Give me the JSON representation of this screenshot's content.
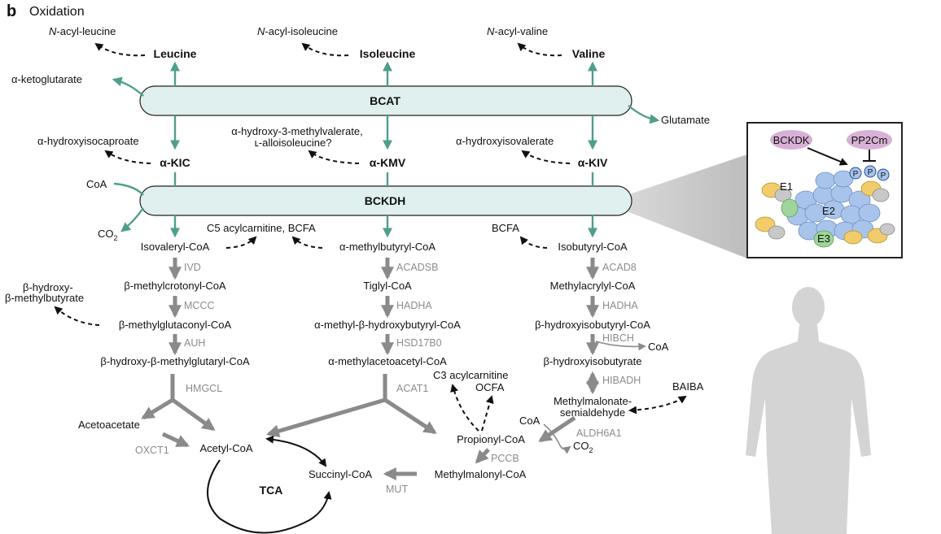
{
  "panel": {
    "letter": "b",
    "title": "Oxidation"
  },
  "amino_acids": {
    "leucine": "Leucine",
    "isoleucine": "Isoleucine",
    "valine": "Valine"
  },
  "n_acyl": {
    "leucine": {
      "prefix": "N",
      "rest": "-acyl-leucine"
    },
    "isoleucine": {
      "prefix": "N",
      "rest": "-acyl-isoleucine"
    },
    "valine": {
      "prefix": "N",
      "rest": "-acyl-valine"
    }
  },
  "bcat": {
    "label": "BCAT",
    "left": "α-ketoglutarate",
    "right": "Glutamate"
  },
  "keto_acids": {
    "kic": "α-KIC",
    "kmv": "α-KMV",
    "kiv": "α-KIV"
  },
  "hydroxy": {
    "kic": "α-hydroxyisocaproate",
    "kmv_line1": "α-hydroxy-3-methylvalerate,",
    "kmv_line2": "ʟ-alloisoleucine?",
    "kiv": "α-hydroxyisovalerate"
  },
  "bckdh": {
    "label": "BCKDH",
    "coa": "CoA",
    "co2": "CO",
    "co2_sub": "2"
  },
  "side": {
    "c5": "C5 acylcarnitine, BCFA",
    "bcfa": "BCFA"
  },
  "leucine_path": {
    "m1": "Isovaleryl-CoA",
    "e1": "IVD",
    "m2": "β-methylcrotonyl-CoA",
    "e2": "MCCC",
    "m3": "β-methylglutaconyl-CoA",
    "e3": "AUH",
    "m4": "β-hydroxy-β-methylglutaryl-CoA",
    "e4": "HMGCL",
    "side1": "β-hydroxy-",
    "side2": "β-methylbutyrate",
    "acetoacetate": "Acetoacetate",
    "oxct1": "OXCT1"
  },
  "isoleucine_path": {
    "m1": "α-methylbutyryl-CoA",
    "e1": "ACADSB",
    "m2": "Tiglyl-CoA",
    "e2": "HADHA",
    "m3": "α-methyl-β-hydroxybutyryl-CoA",
    "e3": "HSD17B0",
    "m4": "α-methylacetoacetyl-CoA",
    "e4": "ACAT1"
  },
  "valine_path": {
    "m1": "Isobutyryl-CoA",
    "e1": "ACAD8",
    "m2": "Methylacrylyl-CoA",
    "e2": "HADHA",
    "m3": "β-hydroxyisobutyryl-CoA",
    "e3": "HIBCH",
    "coa": "CoA",
    "m4": "β-hydroxyisobutyrate",
    "e4": "HIBADH",
    "m5_line1": "Methylmalonate-",
    "m5_line2": "semialdehyde",
    "baiba": "BAIBA",
    "e5": "ALDH6A1",
    "coa2": "CoA",
    "co2": "CO",
    "co2_sub": "2"
  },
  "convergence": {
    "acetyl": "Acetyl-CoA",
    "propionyl": "Propionyl-CoA",
    "c3_line1": "C3 acylcarnitine",
    "c3_line2": "OCFA",
    "pccb": "PCCB",
    "methylmalonyl": "Methylmalonyl-CoA",
    "mut": "MUT",
    "succinyl": "Succinyl-CoA",
    "tca": "TCA"
  },
  "inset": {
    "bckdk": "BCKDK",
    "pp2cm": "PP2Cm",
    "p": "P",
    "e1": "E1",
    "e2": "E2",
    "e3": "E3"
  },
  "colors": {
    "teal_arrow": "#4f9e8c",
    "bar_fill": "#dff0ee",
    "gray_arrow": "#8a8a8a",
    "kinase_fill": "#d9b0d6",
    "subunit_blue": "#a9c4ea"
  }
}
